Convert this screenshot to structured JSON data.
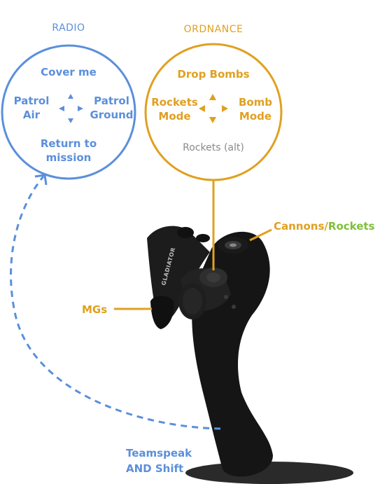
{
  "radio": {
    "title": "RADIO",
    "up": "Cover me",
    "left_line1": "Patrol",
    "left_line2": "Air",
    "right_line1": "Patrol",
    "right_line2": "Ground",
    "down_line1": "Return to",
    "down_line2": "mission",
    "color": "#5b8fdb"
  },
  "ordnance": {
    "title": "ORDNANCE",
    "up": "Drop Bombs",
    "left_line1": "Rockets",
    "left_line2": "Mode",
    "right_line1": "Bomb",
    "right_line2": "Mode",
    "down": "Rockets (alt)",
    "color": "#e0a020"
  },
  "callouts": {
    "cannons": "Cannons/",
    "rockets": "Rockets",
    "mgs": "MGs",
    "teamspeak_line1": "Teamspeak",
    "teamspeak_line2": "AND Shift"
  },
  "device": {
    "brand_text": "GLADIATOR"
  }
}
